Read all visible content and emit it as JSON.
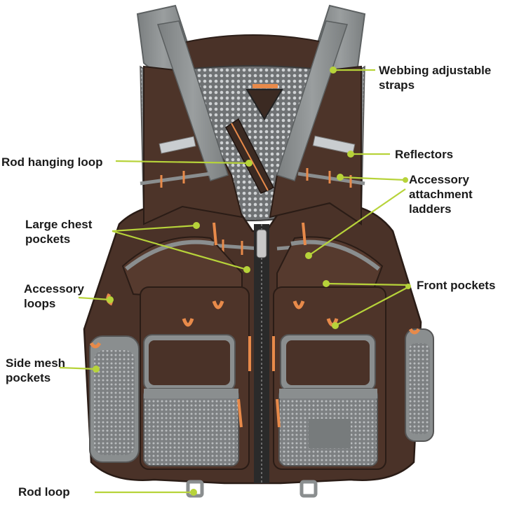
{
  "colors": {
    "vest_brown": "#4a3228",
    "vest_dark": "#33231c",
    "strap_gray": "#8a8e8f",
    "mesh_gray": "#9a9d9f",
    "orange": "#e88a4a",
    "reflector": "#c9cdd0",
    "callout_green": "#b7d33a"
  },
  "labels": {
    "webbing": {
      "line1": "Webbing adjustable",
      "line2": "straps"
    },
    "reflectors": {
      "line1": "Reflectors"
    },
    "rod_hanging": {
      "line1": "Rod hanging loop"
    },
    "accessory_ladders": {
      "line1": "Accessory",
      "line2": "attachment",
      "line3": "ladders"
    },
    "large_chest": {
      "line1": "Large chest",
      "line2": "pockets"
    },
    "front_pockets": {
      "line1": "Front pockets"
    },
    "accessory_loops": {
      "line1": "Accessory",
      "line2": "loops"
    },
    "side_mesh": {
      "line1": "Side mesh",
      "line2": "pockets"
    },
    "rod_loop": {
      "line1": "Rod loop"
    }
  }
}
